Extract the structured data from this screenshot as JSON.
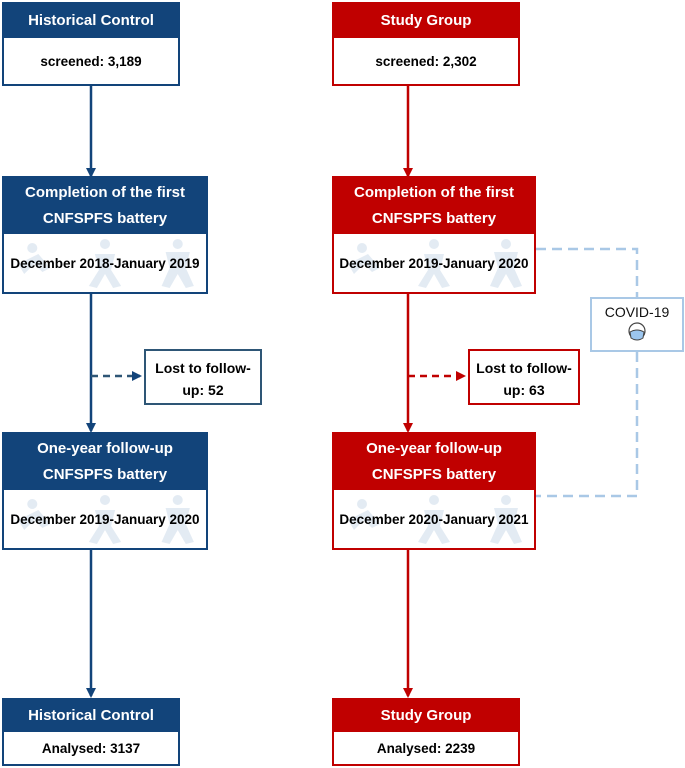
{
  "colors": {
    "blue": "#12447a",
    "red": "#c00000",
    "covid_dash": "#a9c8e6"
  },
  "left": {
    "top": {
      "title": "Historical Control",
      "body": "screened: 3,189"
    },
    "first": {
      "title_line1": "Completion of the first",
      "title_line2": "CNFSPFS battery",
      "body": "December 2018-January 2019"
    },
    "lost": {
      "line1": "Lost to follow-",
      "line2": "up: 52"
    },
    "followup": {
      "title_line1": "One-year follow-up",
      "title_line2": "CNFSPFS battery",
      "body": "December 2019-January 2020"
    },
    "final": {
      "title": "Historical Control",
      "body": "Analysed: 3137"
    }
  },
  "right": {
    "top": {
      "title": "Study Group",
      "body": "screened: 2,302"
    },
    "first": {
      "title_line1": "Completion of the first",
      "title_line2": "CNFSPFS battery",
      "body": "December 2019-January 2020"
    },
    "lost": {
      "line1": "Lost to follow-",
      "line2": "up: 63"
    },
    "followup": {
      "title_line1": "One-year follow-up",
      "title_line2": "CNFSPFS battery",
      "body": "December 2020-January 2021"
    },
    "final": {
      "title": "Study Group",
      "body": "Analysed: 2239"
    }
  },
  "covid": {
    "label": "COVID-19",
    "icon": "face-mask-icon"
  }
}
